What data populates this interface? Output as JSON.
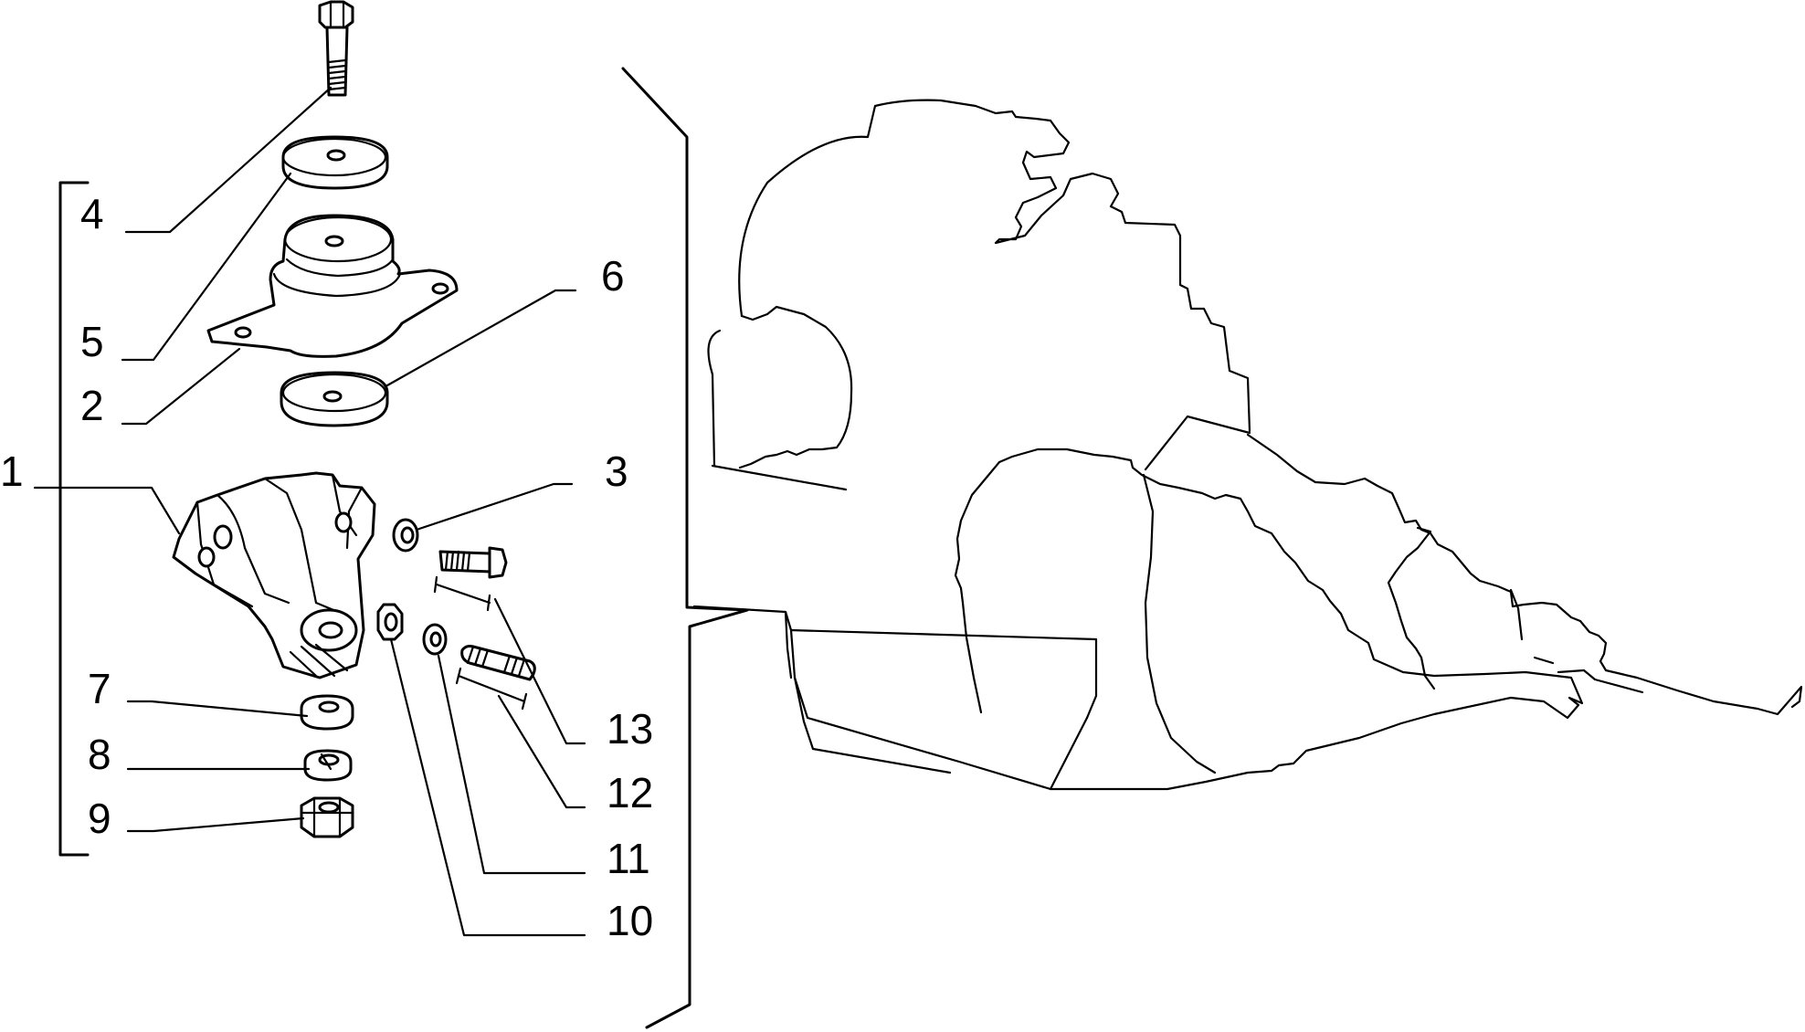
{
  "diagram": {
    "kind": "exploded parts diagram",
    "line_color": "#000000",
    "background": "#ffffff",
    "callouts": [
      {
        "id": "c1",
        "label": "1"
      },
      {
        "id": "c2",
        "label": "2"
      },
      {
        "id": "c3",
        "label": "3"
      },
      {
        "id": "c4",
        "label": "4"
      },
      {
        "id": "c5",
        "label": "5"
      },
      {
        "id": "c6",
        "label": "6"
      },
      {
        "id": "c7",
        "label": "7"
      },
      {
        "id": "c8",
        "label": "8"
      },
      {
        "id": "c9",
        "label": "9"
      },
      {
        "id": "c10",
        "label": "10"
      },
      {
        "id": "c11",
        "label": "11"
      },
      {
        "id": "c12",
        "label": "12"
      },
      {
        "id": "c13",
        "label": "13"
      }
    ]
  }
}
